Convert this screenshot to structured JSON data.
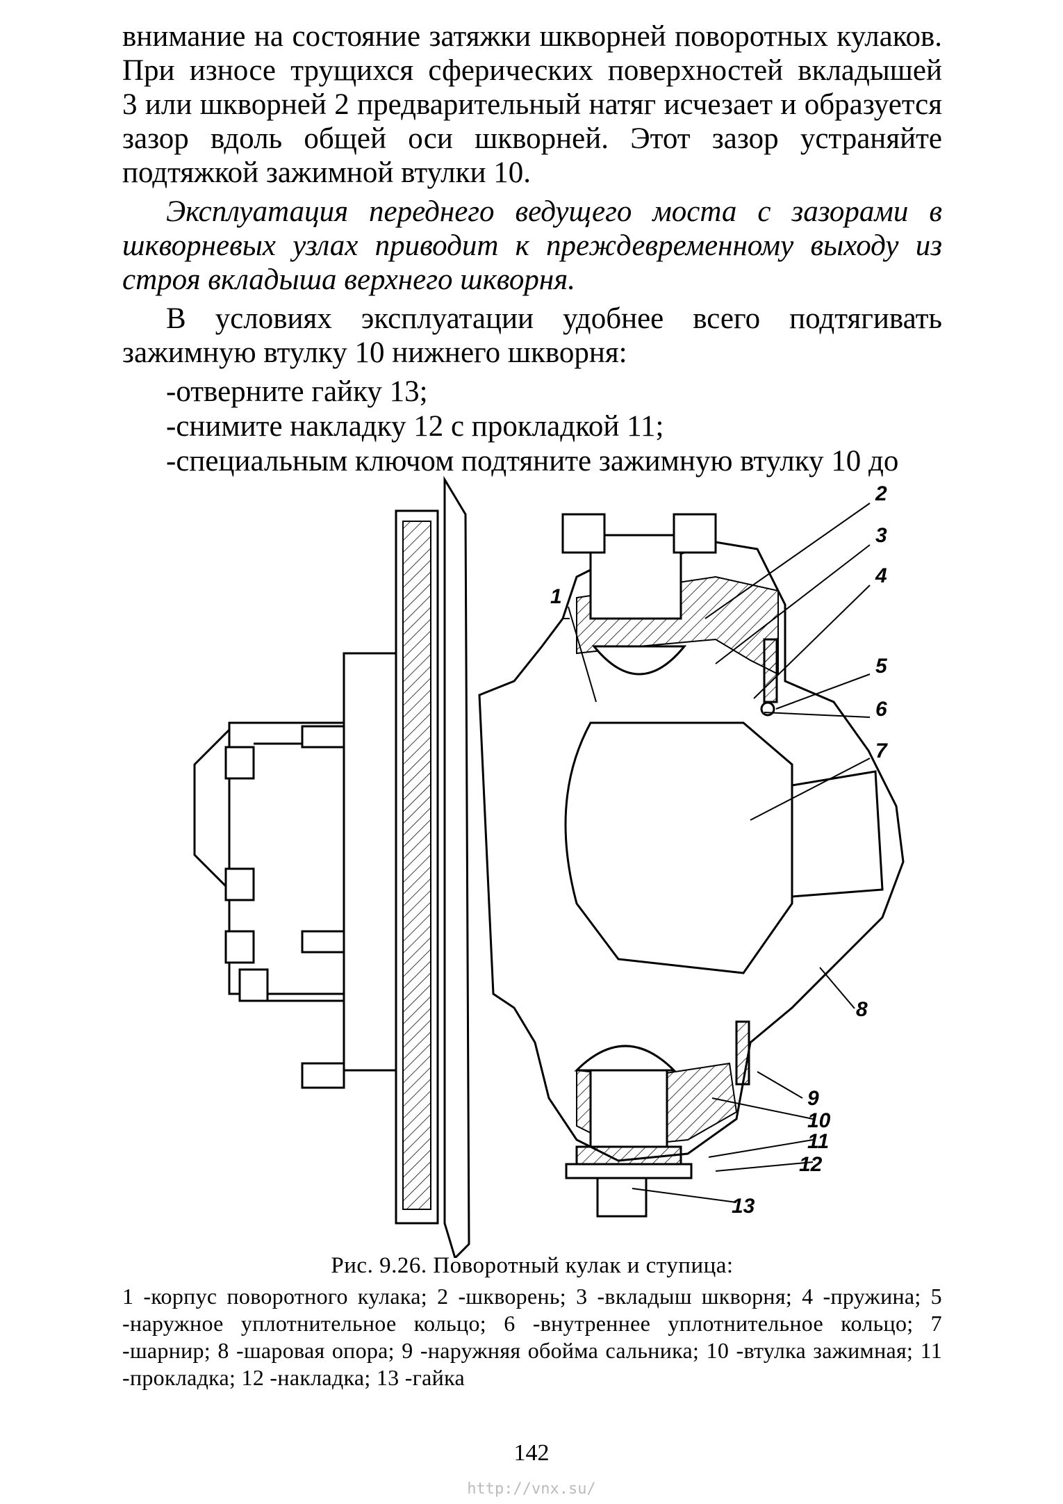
{
  "body": {
    "p1_lines": [
      "внимание на состояние затяжки шкворней поворотных кулаков.",
      "При износе трущихся сферических поверхностей вкладышей",
      "3 или шкворней 2 предварительный натяг исчезает и образуется",
      "зазор вдоль общей оси шкворней. Этот зазор устраняйте",
      "подтяжкой зажимной втулки 10."
    ],
    "p2_italic": "Эксплуатация переднего ведущего моста с зазорами в шкворневых узлах приводит к преждевременному выходу из строя вкладыша верхнего шкворня.",
    "p3": "В условиях эксплуатации удобнее всего подтягивать зажимную втулку 10 нижнего шкворня:",
    "steps": [
      "-отверните гайку 13;",
      "-снимите накладку 12 с прокладкой 11;",
      "-специальным ключом подтяните зажимную втулку 10 до"
    ]
  },
  "figure": {
    "callouts": [
      "1",
      "2",
      "3",
      "4",
      "5",
      "6",
      "7",
      "8",
      "9",
      "10",
      "11",
      "12",
      "13"
    ]
  },
  "caption": {
    "title": "Рис. 9.26. Поворотный кулак и ступица:",
    "legend": "1 -корпус поворотного кулака; 2 -шкворень; 3 -вкладыш шкворня; 4 -пружина; 5 -наружное уплотнительное кольцо; 6 -внутреннее уплотнительное кольцо; 7 -шарнир; 8 -шаровая опора; 9 -наружняя обойма сальника; 10 -втулка зажимная; 11 -прокладка; 12 -накладка; 13 -гайка"
  },
  "page_number": "142",
  "watermark": "http://vnx.su/"
}
